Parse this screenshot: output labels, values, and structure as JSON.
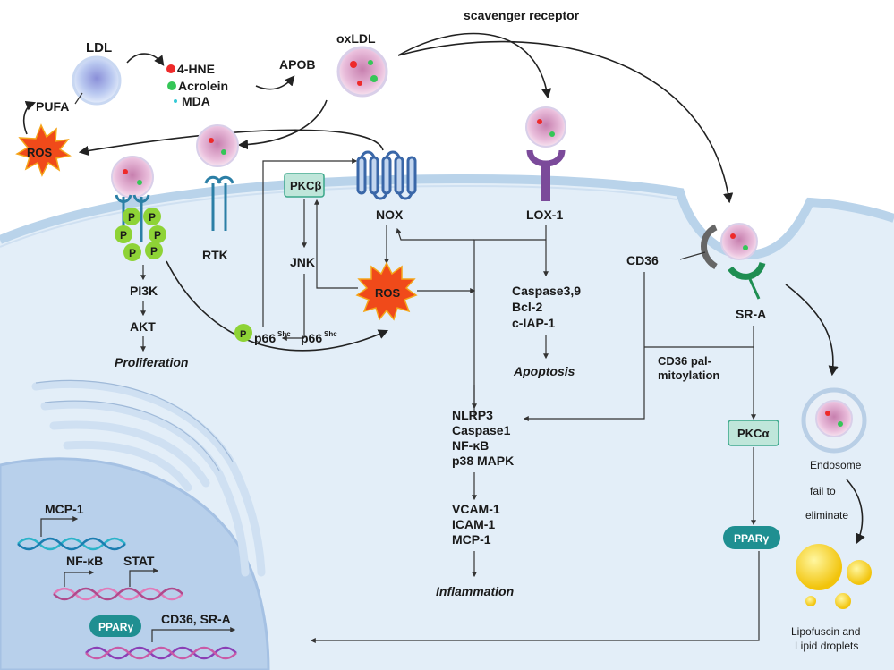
{
  "top": {
    "ldl": "LDL",
    "pufa": "PUFA",
    "hne": "4-HNE",
    "acrolein": "Acrolein",
    "mda": "MDA",
    "apob": "APOB",
    "oxldl": "oxLDL",
    "scavenger": "scavenger receptor",
    "ros_left": "ROS"
  },
  "left_pathway": {
    "p": "P",
    "rtk": "RTK",
    "pi3k": "PI3K",
    "akt": "AKT",
    "proliferation": "Proliferation"
  },
  "middle": {
    "pkcb": "PKCβ",
    "jnk": "JNK",
    "p66": "p66",
    "shc": "Shc",
    "nox": "NOX",
    "ros": "ROS"
  },
  "lox": {
    "lox1": "LOX-1",
    "apoptosis_genes": [
      "Caspase3,9",
      "Bcl-2",
      "c-IAP-1"
    ],
    "apoptosis": "Apoptosis"
  },
  "inflammasome": {
    "genes": [
      "NLRP3",
      "Caspase1",
      "NF-κB",
      "p38 MAPK"
    ],
    "adhesion": [
      "VCAM-1",
      "ICAM-1",
      "MCP-1"
    ],
    "inflammation": "Inflammation"
  },
  "right": {
    "cd36": "CD36",
    "sra": "SR-A",
    "palm_line1": "CD36 pal-",
    "palm_line2": "mitoylation",
    "pkca": "PKCα",
    "ppar": "PPARγ",
    "endosome": "Endosome",
    "fail1": "fail to",
    "fail2": "eliminate",
    "lipo1": "Lipofuscin and",
    "lipo2": "Lipid droplets"
  },
  "nucleus": {
    "mcp1": "MCP-1",
    "nfkb": "NF-κB",
    "stat": "STAT",
    "ppar": "PPARγ",
    "cd36sra": "CD36, SR-A"
  },
  "colors": {
    "cell": "#e3eef8",
    "membrane": "#b9d3ea",
    "nucleus": "#b8d0eb",
    "ros": "#f04a1a",
    "phospho": "#8ed336",
    "pkc_fill": "#bfe6da",
    "ppar_fill": "#1f8f91"
  }
}
